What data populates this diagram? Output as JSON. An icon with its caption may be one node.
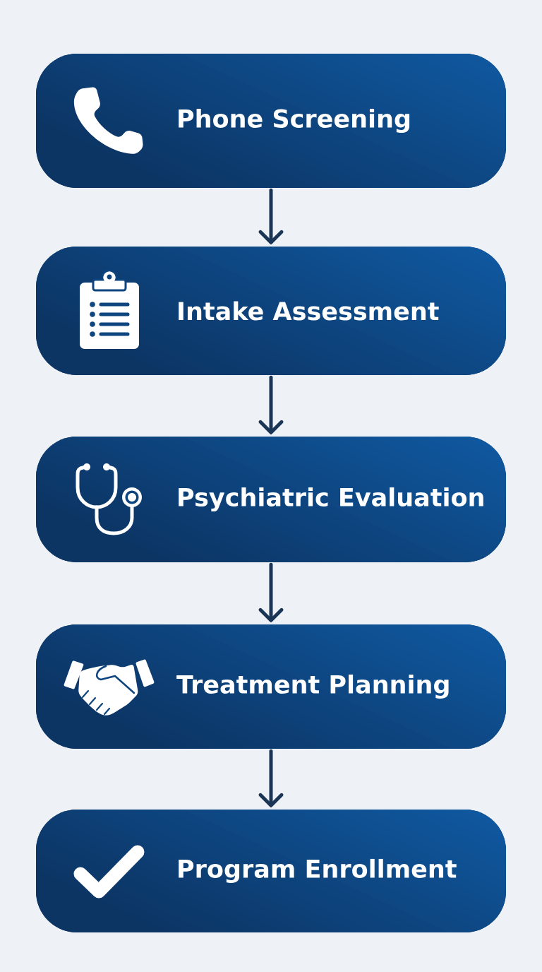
{
  "diagram": {
    "nodes": [
      {
        "text": [
          "Phone Screening"
        ]
      },
      {
        "text": [
          "Intake Assessment"
        ]
      },
      {
        "text": [
          "Psychiatric Evaluation"
        ]
      },
      {
        "text": [
          "Treatment Planning"
        ]
      },
      {
        "text": [
          "Program Enrollment"
        ]
      }
    ],
    "edges": [
      {
        "from": 0,
        "to": 1,
        "arrow": "to"
      },
      {
        "from": 1,
        "to": 2,
        "arrow": "to"
      },
      {
        "from": 2,
        "to": 3,
        "arrow": "to"
      },
      {
        "from": 3,
        "to": 4,
        "arrow": "to"
      }
    ]
  }
}
